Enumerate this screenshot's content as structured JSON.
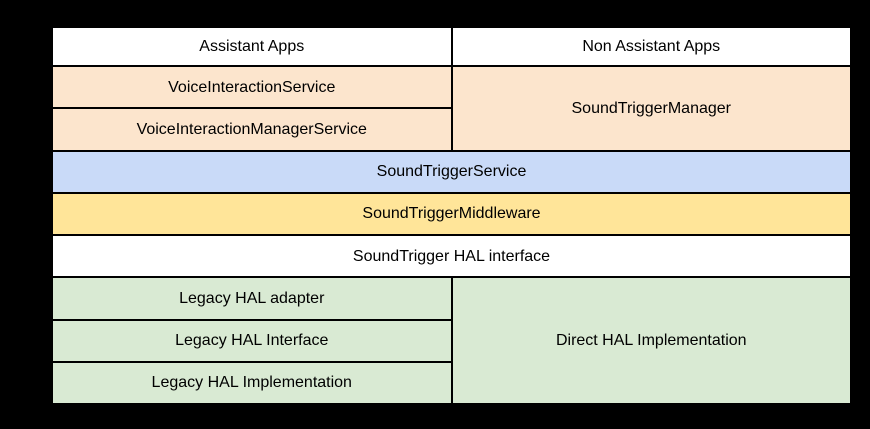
{
  "colors": {
    "background": "#000000",
    "border": "#000000",
    "text": "#000000",
    "white": "#ffffff",
    "peach": "#fce5cd",
    "blue": "#c9daf8",
    "yellow": "#ffe599",
    "green": "#d9ead3"
  },
  "cells": {
    "assistant_apps": {
      "label": "Assistant Apps",
      "color": "white"
    },
    "non_assistant_apps": {
      "label": "Non Assistant Apps",
      "color": "white"
    },
    "voice_interaction_service": {
      "label": "VoiceInteractionService",
      "color": "peach"
    },
    "voice_interaction_manager_service": {
      "label": "VoiceInteractionManagerService",
      "color": "peach"
    },
    "sound_trigger_manager": {
      "label": "SoundTriggerManager",
      "color": "peach"
    },
    "sound_trigger_service": {
      "label": "SoundTriggerService",
      "color": "blue"
    },
    "sound_trigger_middleware": {
      "label": "SoundTriggerMiddleware",
      "color": "yellow"
    },
    "sound_trigger_hal_interface": {
      "label": "SoundTrigger HAL interface",
      "color": "white"
    },
    "legacy_hal_adapter": {
      "label": "Legacy HAL adapter",
      "color": "green"
    },
    "legacy_hal_interface": {
      "label": "Legacy HAL Interface",
      "color": "green"
    },
    "legacy_hal_implementation": {
      "label": "Legacy HAL Implementation",
      "color": "green"
    },
    "direct_hal_implementation": {
      "label": "Direct HAL Implementation",
      "color": "green"
    }
  }
}
